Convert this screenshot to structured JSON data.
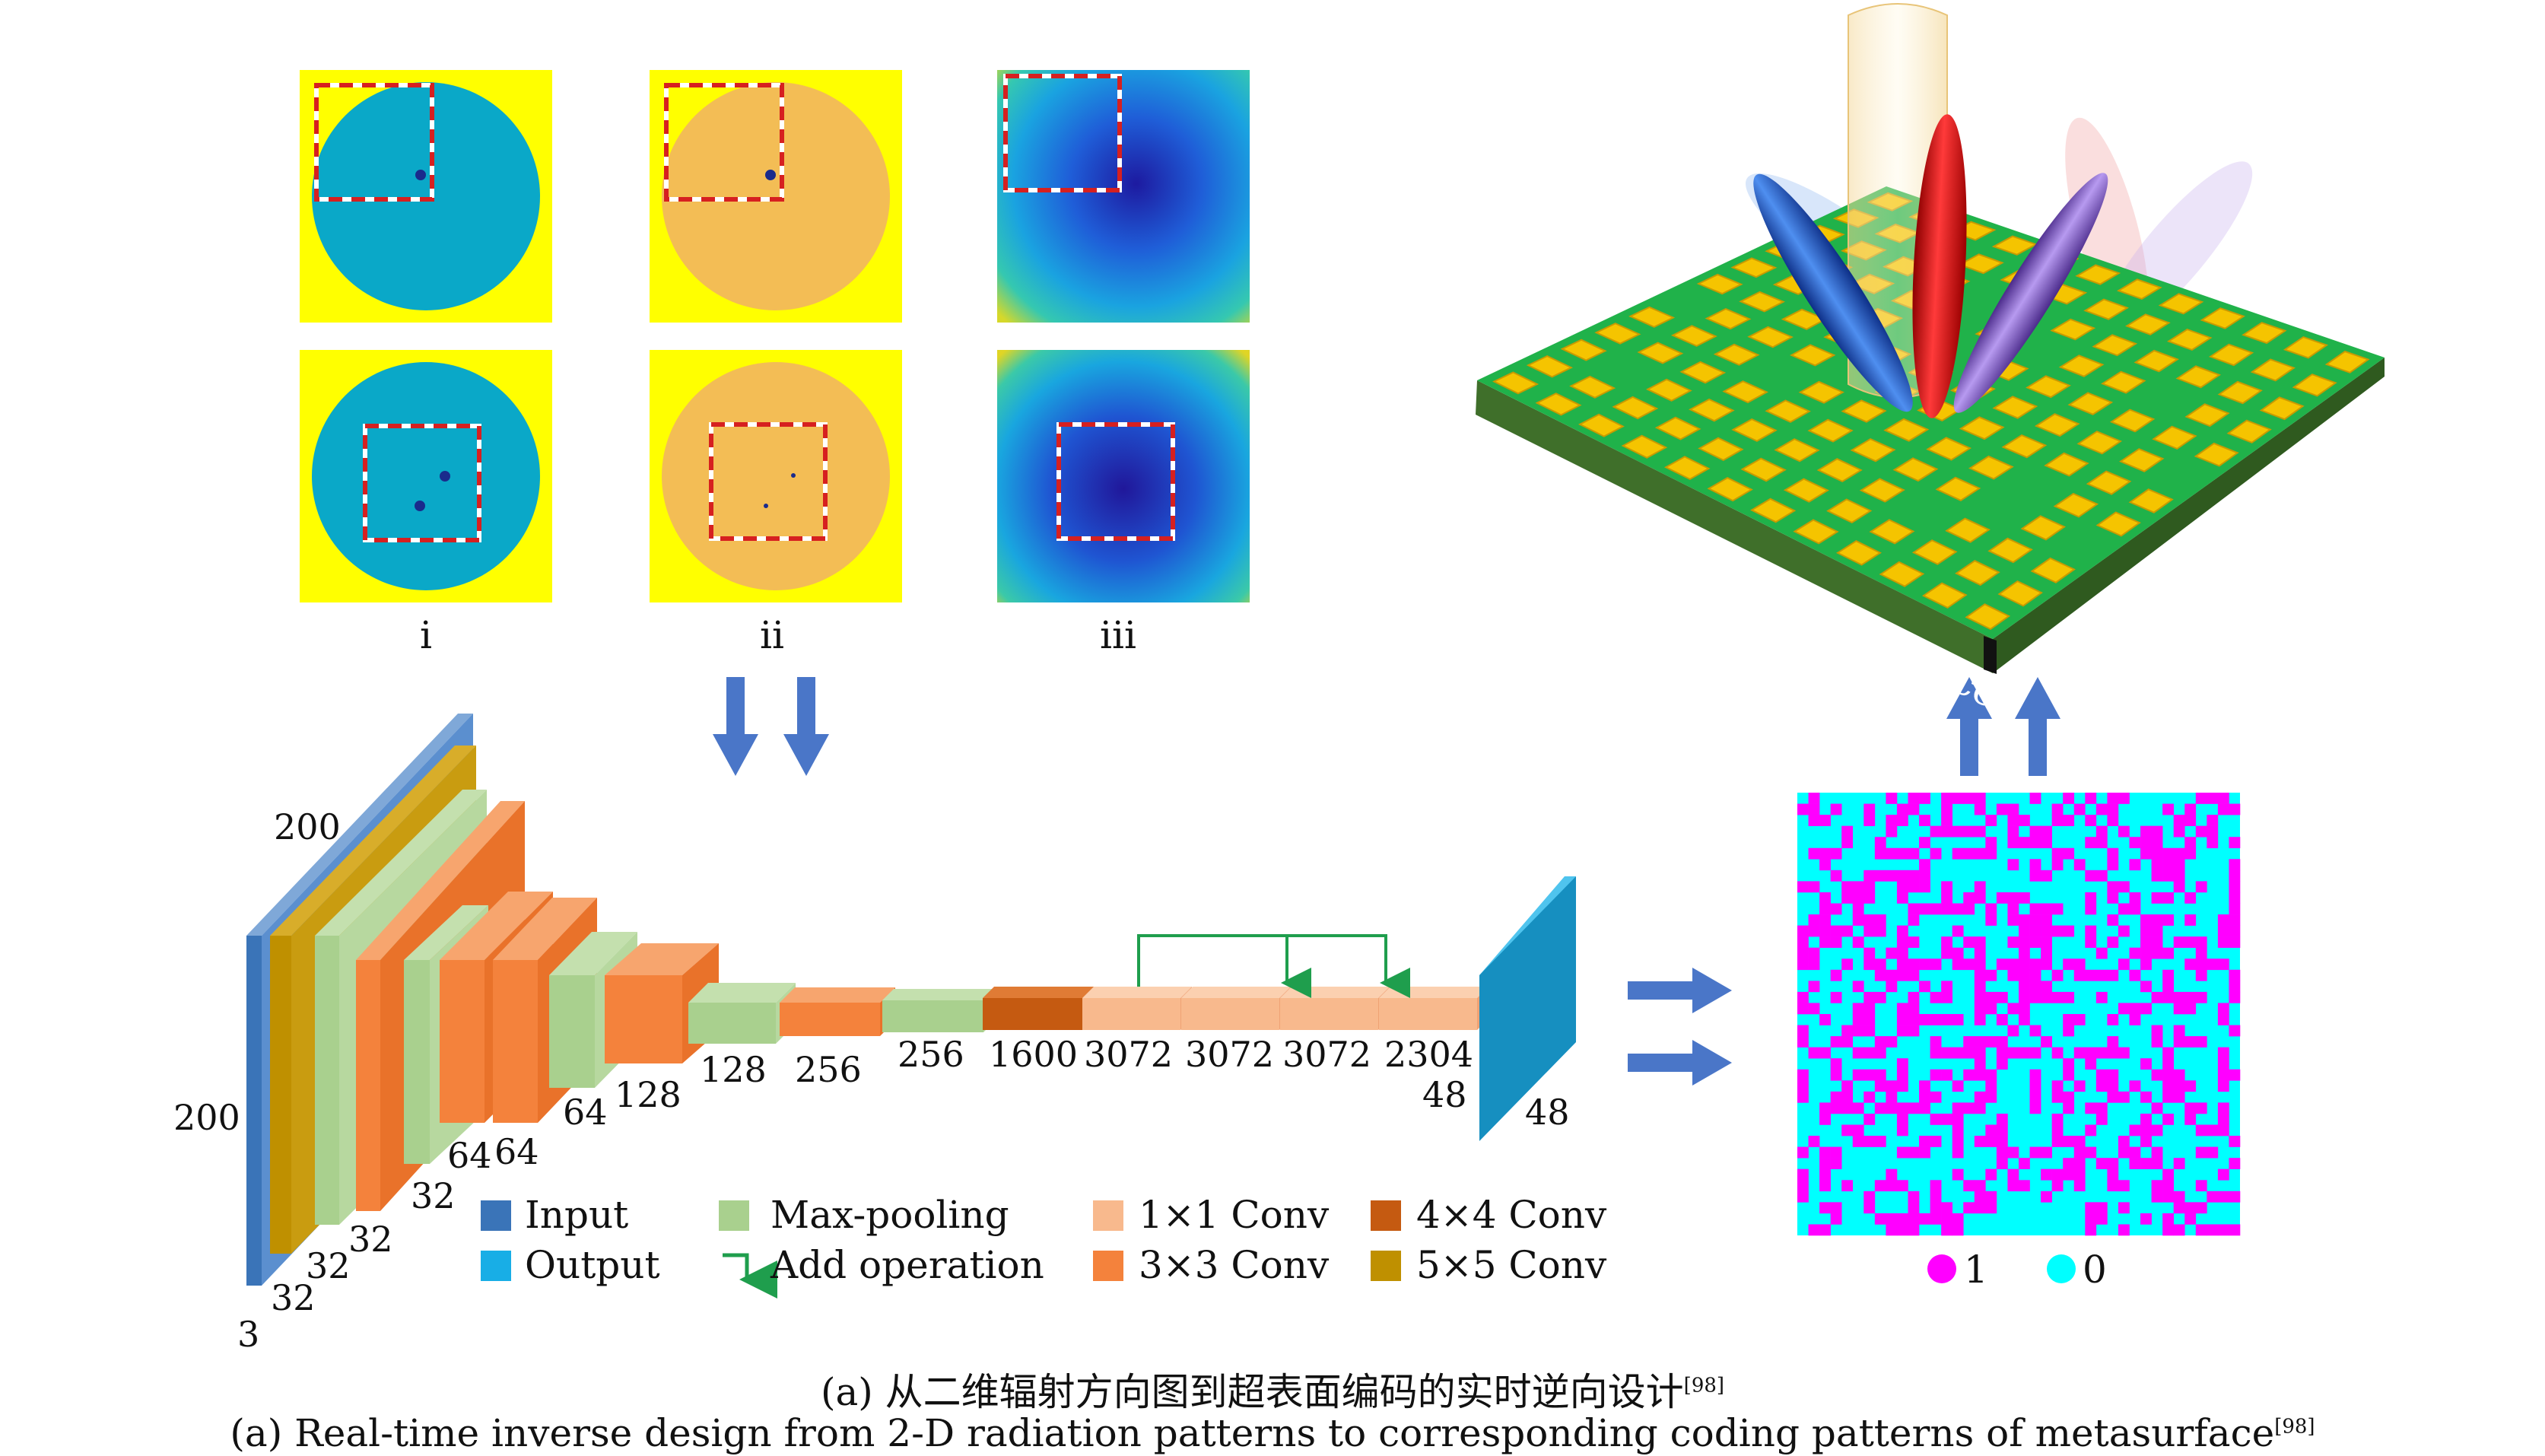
{
  "panel_labels": [
    "i",
    "ii",
    "iii"
  ],
  "layer_dims": {
    "input_h": "200",
    "input_w": "200",
    "input_c": "3",
    "c32a": "32",
    "c32b": "32",
    "c32c": "32",
    "c32d": "32",
    "c64a": "64",
    "c64b": "64",
    "c64c": "64",
    "c128a": "128",
    "c128b": "128",
    "c256a": "256",
    "c256b": "256",
    "c1600": "1600",
    "c3072a": "3072",
    "c3072b": "3072",
    "c3072c": "3072",
    "c2304": "2304",
    "c48a": "48",
    "c48b": "48"
  },
  "legend": [
    {
      "label": "Input",
      "color": "#3a74b8",
      "icon": "square"
    },
    {
      "label": "Max-pooling",
      "color": "#a9d08e",
      "icon": "square"
    },
    {
      "label": "1×1 Conv",
      "color": "#f8b98d",
      "icon": "square"
    },
    {
      "label": "4×4 Conv",
      "color": "#c55a11",
      "icon": "square"
    },
    {
      "label": "Output",
      "color": "#18aee6",
      "icon": "square"
    },
    {
      "label": "Add operation",
      "color": "#1f9e4d",
      "icon": "skip-arrow"
    },
    {
      "label": "3×3 Conv",
      "color": "#f4823c",
      "icon": "square"
    },
    {
      "label": "5×5 Conv",
      "color": "#bf9000",
      "icon": "square"
    }
  ],
  "metasurface_label": "Programmable metasurface",
  "coding_legend": [
    {
      "label": "1",
      "color": "#ff00ff"
    },
    {
      "label": "0",
      "color": "#00ffff"
    }
  ],
  "caption": {
    "cn": "(a) 从二维辐射方向图到超表面编码的实时逆向设计",
    "en": "(a) Real-time inverse design from 2-D radiation patterns to corresponding coding patterns of metasurface",
    "ref": "[98]"
  }
}
